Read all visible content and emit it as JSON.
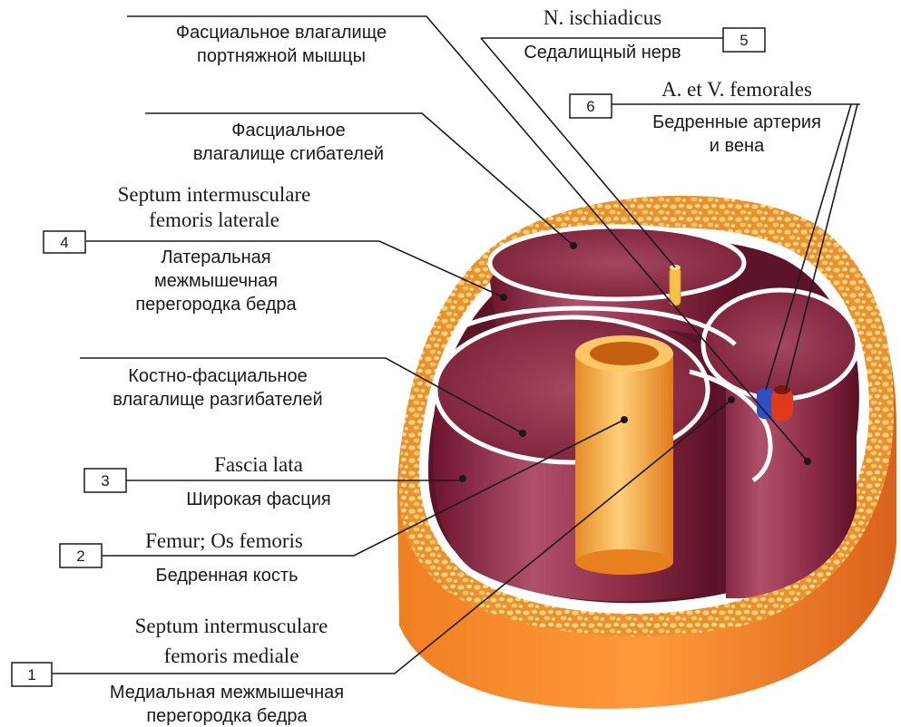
{
  "labels": {
    "sartorius_sheath": {
      "line1": "Фасциальное влагалище",
      "line2": "портняжной мышцы"
    },
    "flexor_sheath": {
      "line1": "Фасциальное",
      "line2": "влагалище сгибателей"
    },
    "extensor_sheath": {
      "line1": "Костно-фасциальное",
      "line2": "влагалище разгибателей"
    },
    "item1": {
      "number": "1",
      "latin1": "Septum intermusculare",
      "latin2": "femoris mediale",
      "russian1": "Медиальная межмышечная",
      "russian2": "перегородка бедра"
    },
    "item2": {
      "number": "2",
      "latin": "Femur; Os femoris",
      "russian": "Бедренная кость"
    },
    "item3": {
      "number": "3",
      "latin": "Fascia lata",
      "russian": "Широкая фасция"
    },
    "item4": {
      "number": "4",
      "latin1": "Septum intermusculare",
      "latin2": "femoris laterale",
      "russian1": "Латеральная",
      "russian2": "межмышечная",
      "russian3": "перегородка бедра"
    },
    "item5": {
      "number": "5",
      "latin": "N. ischiadicus",
      "russian": "Седалищный нерв"
    },
    "item6": {
      "number": "6",
      "latin": "A. et V. femorales",
      "russian1": "Бедренные артерия",
      "russian2": "и вена"
    }
  },
  "colors": {
    "skin": "#e8731e",
    "fat": "#f2c46a",
    "muscle": "#8e2a45",
    "fascia": "#ffffff",
    "bone": "#f4a13c",
    "artery": "#e03a1c",
    "vein": "#2f4fc6",
    "nerve": "#f3c24a"
  }
}
